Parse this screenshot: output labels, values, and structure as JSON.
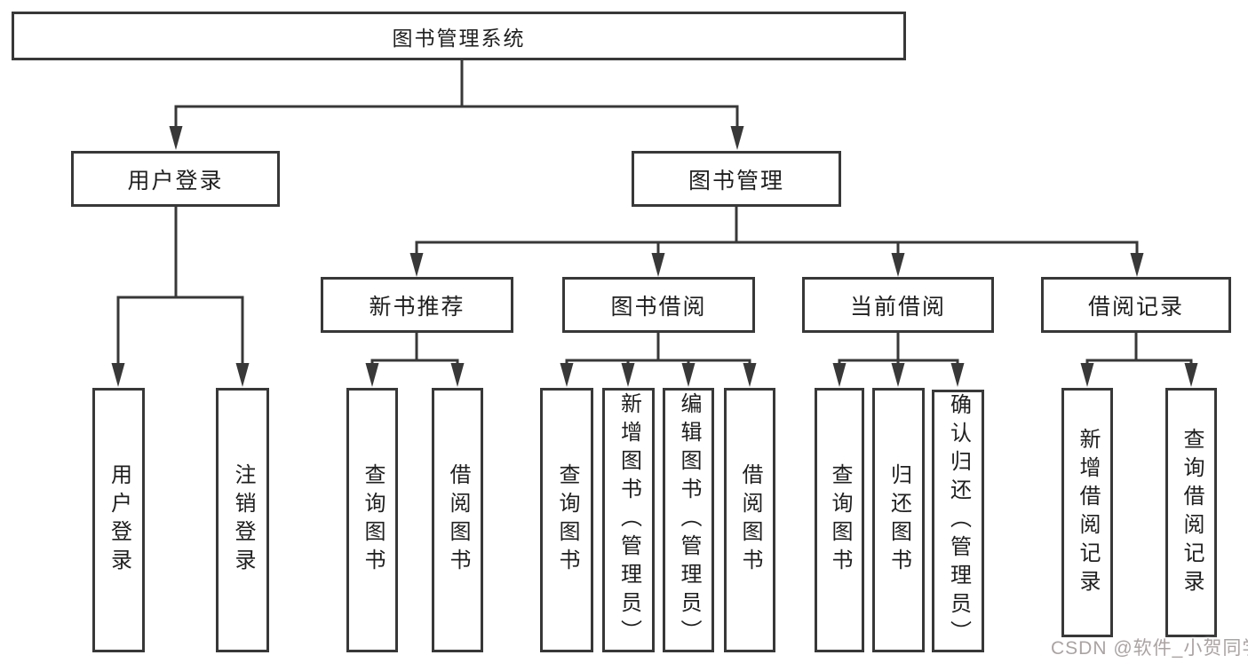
{
  "diagram_type": "tree",
  "title": "图书管理系统",
  "tree": {
    "label": "图书管理系统",
    "children": [
      {
        "label": "用户登录",
        "children": [
          {
            "label": "用户登录"
          },
          {
            "label": "注销登录"
          }
        ]
      },
      {
        "label": "图书管理",
        "children": [
          {
            "label": "新书推荐",
            "children": [
              {
                "label": "查询图书"
              },
              {
                "label": "借阅图书"
              }
            ]
          },
          {
            "label": "图书借阅",
            "children": [
              {
                "label": "查询图书"
              },
              {
                "label": "新增图书（管理员）"
              },
              {
                "label": "编辑图书（管理员）"
              },
              {
                "label": "借阅图书"
              }
            ]
          },
          {
            "label": "当前借阅",
            "children": [
              {
                "label": "查询图书"
              },
              {
                "label": "归还图书"
              },
              {
                "label": "确认归还（管理员）"
              }
            ]
          },
          {
            "label": "借阅记录",
            "children": [
              {
                "label": "新增借阅记录"
              },
              {
                "label": "查询借阅记录"
              }
            ]
          }
        ]
      }
    ]
  },
  "watermark": "CSDN @软件_小贺同学",
  "colors": {
    "line": "#383838",
    "box_border": "#383838",
    "text": "#1f1f1f",
    "background": "#ffffff",
    "watermark": "#aba3a3"
  }
}
